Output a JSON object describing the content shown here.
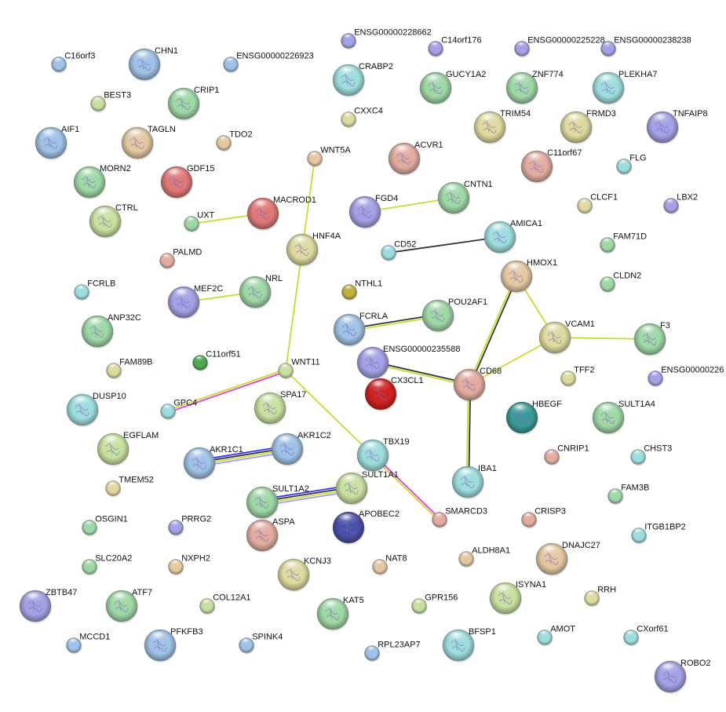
{
  "colors": {
    "blue": "#9fc2e6",
    "purple": "#a2a2e4",
    "teal": "#9edcde",
    "green": "#9fd8a6",
    "yellow": "#dedaa0",
    "tan": "#e4c8a2",
    "salmon": "#e2ada0",
    "red": "#e07878",
    "darkred": "#d02020",
    "darkblue": "#4a50a8",
    "darkteal": "#3a9a98",
    "olive": "#c0b040",
    "darkgreen": "#50a850",
    "lime": "#c8e0a0"
  },
  "edge_colors": {
    "coexpression": "#333333",
    "textmining": "#c8dc30",
    "experiments": "#e040e0",
    "database": "#3333ff",
    "homology": "#9a9aff"
  },
  "nodes": [
    {
      "label": "C16orf3",
      "color": "blue"
    },
    {
      "label": "CHN1",
      "color": "blue"
    },
    {
      "label": "ENSG00000226923",
      "color": "blue"
    },
    {
      "label": "ENSG00000228662",
      "color": "purple"
    },
    {
      "label": "C14orf176",
      "color": "purple"
    },
    {
      "label": "ENSG00000225228",
      "color": "purple"
    },
    {
      "label": "ENSG00000238238",
      "color": "purple"
    },
    {
      "label": "CRABP2",
      "color": "teal"
    },
    {
      "label": "GUCY1A2",
      "color": "green"
    },
    {
      "label": "ZNF774",
      "color": "green"
    },
    {
      "label": "PLEKHA7",
      "color": "teal"
    },
    {
      "label": "BEST3",
      "color": "lime"
    },
    {
      "label": "CRIP1",
      "color": "green"
    },
    {
      "label": "CXXC4",
      "color": "yellow"
    },
    {
      "label": "TRIM54",
      "color": "yellow"
    },
    {
      "label": "FRMD3",
      "color": "yellow"
    },
    {
      "label": "TNFAIP8",
      "color": "purple"
    },
    {
      "label": "AIF1",
      "color": "blue"
    },
    {
      "label": "TAGLN",
      "color": "tan"
    },
    {
      "label": "TDO2",
      "color": "tan"
    },
    {
      "label": "WNT5A",
      "color": "tan"
    },
    {
      "label": "ACVR1",
      "color": "salmon"
    },
    {
      "label": "C11orf67",
      "color": "salmon"
    },
    {
      "label": "FLG",
      "color": "teal"
    },
    {
      "label": "MORN2",
      "color": "green"
    },
    {
      "label": "GDF15",
      "color": "red"
    },
    {
      "label": "CLCF1",
      "color": "yellow"
    },
    {
      "label": "LBX2",
      "color": "purple"
    },
    {
      "label": "CNTN1",
      "color": "green"
    },
    {
      "label": "FGD4",
      "color": "purple"
    },
    {
      "label": "MACROD1",
      "color": "red"
    },
    {
      "label": "UXT",
      "color": "green"
    },
    {
      "label": "CTRL",
      "color": "lime"
    },
    {
      "label": "HNF4A",
      "color": "yellow"
    },
    {
      "label": "AMICA1",
      "color": "teal"
    },
    {
      "label": "FAM71D",
      "color": "green"
    },
    {
      "label": "CD52",
      "color": "teal"
    },
    {
      "label": "PALMD",
      "color": "salmon"
    },
    {
      "label": "HMOX1",
      "color": "tan"
    },
    {
      "label": "CLDN2",
      "color": "green"
    },
    {
      "label": "FCRLB",
      "color": "teal"
    },
    {
      "label": "MEF2C",
      "color": "purple"
    },
    {
      "label": "NRL",
      "color": "green"
    },
    {
      "label": "NTHL1",
      "color": "olive"
    },
    {
      "label": "POU2AF1",
      "color": "green"
    },
    {
      "label": "ANP32C",
      "color": "green"
    },
    {
      "label": "FCRLA",
      "color": "blue"
    },
    {
      "label": "VCAM1",
      "color": "yellow"
    },
    {
      "label": "F3",
      "color": "green"
    },
    {
      "label": "ENSG00000235588",
      "color": "purple"
    },
    {
      "label": "CD68",
      "color": "salmon"
    },
    {
      "label": "C11orf51",
      "color": "darkgreen"
    },
    {
      "label": "WNT11",
      "color": "lime"
    },
    {
      "label": "FAM89B",
      "color": "yellow"
    },
    {
      "label": "TFF2",
      "color": "yellow"
    },
    {
      "label": "ENSG00000226",
      "color": "purple"
    },
    {
      "label": "CX3CL1",
      "color": "darkred"
    },
    {
      "label": "GPC4",
      "color": "teal"
    },
    {
      "label": "SPA17",
      "color": "lime"
    },
    {
      "label": "DUSP10",
      "color": "teal"
    },
    {
      "label": "HBEGF",
      "color": "darkteal"
    },
    {
      "label": "SULT1A4",
      "color": "green"
    },
    {
      "label": "EGFLAM",
      "color": "lime"
    },
    {
      "label": "AKR1C1",
      "color": "blue"
    },
    {
      "label": "AKR1C2",
      "color": "blue"
    },
    {
      "label": "TBX19",
      "color": "teal"
    },
    {
      "label": "CNRIP1",
      "color": "salmon"
    },
    {
      "label": "CHST3",
      "color": "teal"
    },
    {
      "label": "IBA1",
      "color": "teal"
    },
    {
      "label": "SULT1A1",
      "color": "lime"
    },
    {
      "label": "SULT1A2",
      "color": "green"
    },
    {
      "label": "TMEM52",
      "color": "yellow"
    },
    {
      "label": "FAM3B",
      "color": "green"
    },
    {
      "label": "SMARCD3",
      "color": "salmon"
    },
    {
      "label": "CRISP3",
      "color": "salmon"
    },
    {
      "label": "APOBEC2",
      "color": "darkblue"
    },
    {
      "label": "ASPA",
      "color": "salmon"
    },
    {
      "label": "OSGIN1",
      "color": "green"
    },
    {
      "label": "PRRG2",
      "color": "purple"
    },
    {
      "label": "ITGB1BP2",
      "color": "teal"
    },
    {
      "label": "ALDH8A1",
      "color": "tan"
    },
    {
      "label": "DNAJC27",
      "color": "tan"
    },
    {
      "label": "NXPH2",
      "color": "tan"
    },
    {
      "label": "NAT8",
      "color": "tan"
    },
    {
      "label": "SLC20A2",
      "color": "green"
    },
    {
      "label": "KCNJ3",
      "color": "yellow"
    },
    {
      "label": "ZBTB47",
      "color": "purple"
    },
    {
      "label": "ATF7",
      "color": "green"
    },
    {
      "label": "COL12A1",
      "color": "lime"
    },
    {
      "label": "GPR156",
      "color": "lime"
    },
    {
      "label": "ISYNA1",
      "color": "lime"
    },
    {
      "label": "RRH",
      "color": "yellow"
    },
    {
      "label": "KAT5",
      "color": "green"
    },
    {
      "label": "MCCD1",
      "color": "blue"
    },
    {
      "label": "PFKFB3",
      "color": "blue"
    },
    {
      "label": "SPINK4",
      "color": "blue"
    },
    {
      "label": "RPL23AP7",
      "color": "blue"
    },
    {
      "label": "BFSP1",
      "color": "teal"
    },
    {
      "label": "AMOT",
      "color": "teal"
    },
    {
      "label": "CXorf61",
      "color": "teal"
    },
    {
      "label": "ROBO2",
      "color": "purple"
    }
  ],
  "edges": [
    {
      "from": "UXT",
      "to": "MACROD1",
      "channels": [
        "textmining"
      ]
    },
    {
      "from": "WNT5A",
      "to": "HNF4A",
      "channels": [
        "textmining"
      ]
    },
    {
      "from": "HNF4A",
      "to": "WNT11",
      "channels": [
        "textmining"
      ]
    },
    {
      "from": "FGD4",
      "to": "CNTN1",
      "channels": [
        "textmining"
      ]
    },
    {
      "from": "CD52",
      "to": "AMICA1",
      "channels": [
        "coexpression"
      ]
    },
    {
      "from": "MEF2C",
      "to": "NRL",
      "channels": [
        "textmining"
      ]
    },
    {
      "from": "FCRLA",
      "to": "POU2AF1",
      "channels": [
        "coexpression",
        "textmining"
      ]
    },
    {
      "from": "ENSG00000235588",
      "to": "CD68",
      "channels": [
        "coexpression",
        "textmining"
      ]
    },
    {
      "from": "HMOX1",
      "to": "CD68",
      "channels": [
        "coexpression",
        "textmining"
      ]
    },
    {
      "from": "HMOX1",
      "to": "VCAM1",
      "channels": [
        "textmining"
      ]
    },
    {
      "from": "VCAM1",
      "to": "F3",
      "channels": [
        "textmining"
      ]
    },
    {
      "from": "VCAM1",
      "to": "CD68",
      "channels": [
        "textmining"
      ]
    },
    {
      "from": "CD68",
      "to": "IBA1",
      "channels": [
        "coexpression",
        "textmining"
      ]
    },
    {
      "from": "WNT11",
      "to": "GPC4",
      "channels": [
        "experiments",
        "textmining"
      ]
    },
    {
      "from": "WNT11",
      "to": "TBX19",
      "channels": [
        "textmining"
      ]
    },
    {
      "from": "TBX19",
      "to": "SMARCD3",
      "channels": [
        "experiments",
        "textmining"
      ]
    },
    {
      "from": "AKR1C1",
      "to": "AKR1C2",
      "channels": [
        "database",
        "coexpression",
        "textmining",
        "homology"
      ]
    },
    {
      "from": "SULT1A2",
      "to": "SULT1A1",
      "channels": [
        "database",
        "coexpression",
        "textmining",
        "homology"
      ]
    }
  ]
}
